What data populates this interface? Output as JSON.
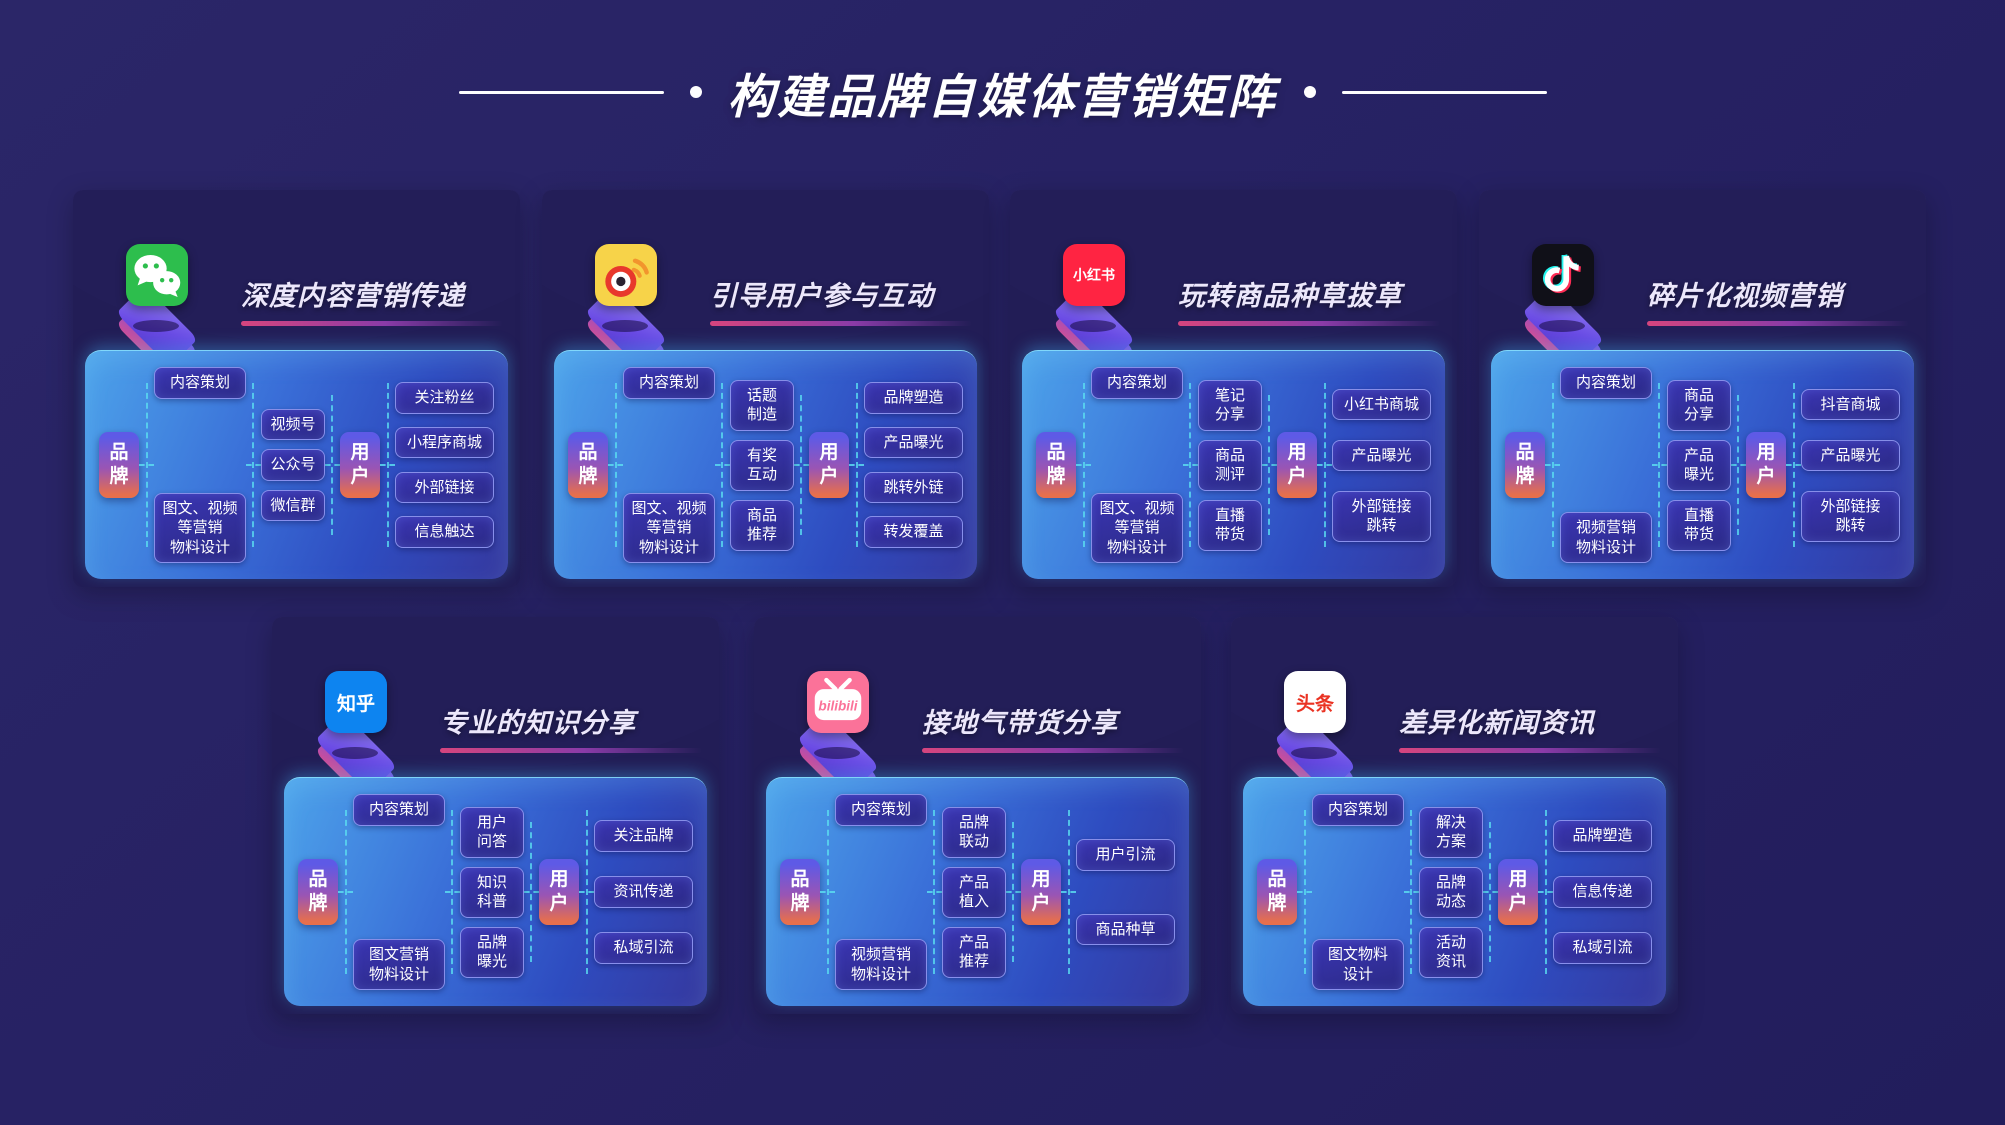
{
  "page": {
    "title": "构建品牌自媒体营销矩阵",
    "background_color": "#272264",
    "accent_underline": "#d6457e",
    "panel_gradient": [
      "#4da3ea",
      "#36389e"
    ],
    "pill_gradient": [
      "#5e5ae6",
      "#e76f4c"
    ]
  },
  "cards": [
    {
      "platform": "wechat",
      "icon": "wechat-icon",
      "icon_bg": "#2dbe4d",
      "title": "深度内容营销传递",
      "brand_label": "品牌",
      "user_label": "用户",
      "left_nodes": [
        "内容策划",
        "图文、视频\n等营销\n物料设计"
      ],
      "middle_nodes": [
        "视频号",
        "公众号",
        "微信群"
      ],
      "right_nodes": [
        "关注粉丝",
        "小程序商城",
        "外部链接",
        "信息触达"
      ]
    },
    {
      "platform": "weibo",
      "icon": "weibo-icon",
      "icon_bg": "#f7d349",
      "title": "引导用户参与互动",
      "brand_label": "品牌",
      "user_label": "用户",
      "left_nodes": [
        "内容策划",
        "图文、视频\n等营销\n物料设计"
      ],
      "middle_nodes": [
        "话题\n制造",
        "有奖\n互动",
        "商品\n推荐"
      ],
      "right_nodes": [
        "品牌塑造",
        "产品曝光",
        "跳转外链",
        "转发覆盖"
      ]
    },
    {
      "platform": "xiaohongshu",
      "icon": "xiaohongshu-icon",
      "icon_bg": "#ff2442",
      "icon_text": "小红书",
      "title": "玩转商品种草拔草",
      "brand_label": "品牌",
      "user_label": "用户",
      "left_nodes": [
        "内容策划",
        "图文、视频\n等营销\n物料设计"
      ],
      "middle_nodes": [
        "笔记\n分享",
        "商品\n测评",
        "直播\n带货"
      ],
      "right_nodes": [
        "小红书商城",
        "产品曝光",
        "外部链接\n跳转"
      ]
    },
    {
      "platform": "douyin",
      "icon": "douyin-icon",
      "icon_bg": "#101018",
      "title": "碎片化视频营销",
      "brand_label": "品牌",
      "user_label": "用户",
      "left_nodes": [
        "内容策划",
        "视频营销\n物料设计"
      ],
      "middle_nodes": [
        "商品\n分享",
        "产品\n曝光",
        "直播\n带货"
      ],
      "right_nodes": [
        "抖音商城",
        "产品曝光",
        "外部链接\n跳转"
      ]
    },
    {
      "platform": "zhihu",
      "icon": "zhihu-icon",
      "icon_bg": "#0d84f0",
      "icon_text": "知乎",
      "title": "专业的知识分享",
      "brand_label": "品牌",
      "user_label": "用户",
      "left_nodes": [
        "内容策划",
        "图文营销\n物料设计"
      ],
      "middle_nodes": [
        "用户\n问答",
        "知识\n科普",
        "品牌\n曝光"
      ],
      "right_nodes": [
        "关注品牌",
        "资讯传递",
        "私域引流"
      ]
    },
    {
      "platform": "bilibili",
      "icon": "bilibili-icon",
      "icon_bg": "#fb7299",
      "icon_text": "bilibili",
      "title": "接地气带货分享",
      "brand_label": "品牌",
      "user_label": "用户",
      "left_nodes": [
        "内容策划",
        "视频营销\n物料设计"
      ],
      "middle_nodes": [
        "品牌\n联动",
        "产品\n植入",
        "产品\n推荐"
      ],
      "right_nodes": [
        "用户引流",
        "商品种草"
      ]
    },
    {
      "platform": "toutiao",
      "icon": "toutiao-icon",
      "icon_bg": "#ffffff",
      "icon_text": "头条",
      "title": "差异化新闻资讯",
      "brand_label": "品牌",
      "user_label": "用户",
      "left_nodes": [
        "内容策划",
        "图文物料\n设计"
      ],
      "middle_nodes": [
        "解决\n方案",
        "品牌\n动态",
        "活动\n资讯"
      ],
      "right_nodes": [
        "品牌塑造",
        "信息传递",
        "私域引流"
      ]
    }
  ]
}
